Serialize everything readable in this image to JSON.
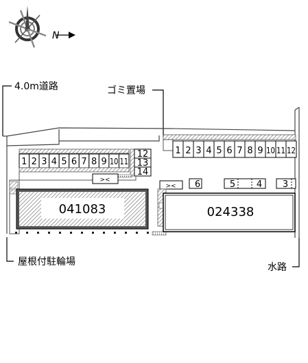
{
  "labels": {
    "road": "4.0m道路",
    "garbage": "ゴミ置場",
    "bike_parking": "屋根付駐輪場",
    "waterway": "水路",
    "north": "N"
  },
  "buildings": {
    "left_id": "041083",
    "right_id": "024338"
  },
  "parking": {
    "left_row": [
      "1",
      "2",
      "3",
      "4",
      "5",
      "6",
      "7",
      "8",
      "9",
      "10",
      "11"
    ],
    "left_column": [
      "12",
      "13",
      "14"
    ],
    "right_row": [
      "1",
      "2",
      "3",
      "4",
      "5",
      "6",
      "7",
      "8",
      "9",
      "10",
      "11",
      "12"
    ],
    "right_front": [
      "6",
      "5",
      "4",
      "3"
    ]
  },
  "marks": {
    "entrance": "><"
  }
}
